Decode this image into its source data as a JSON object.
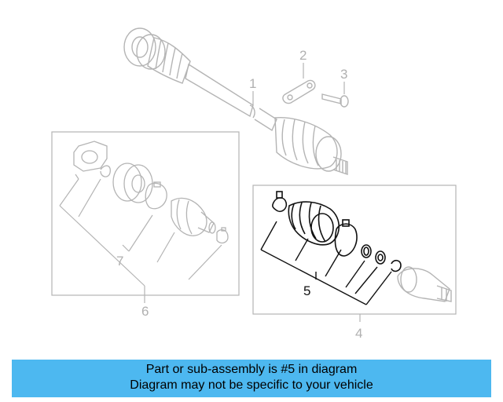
{
  "callouts": {
    "c1": "1",
    "c2": "2",
    "c3": "3",
    "c4": "4",
    "c5": "5",
    "c6": "6",
    "c7": "7"
  },
  "banner": {
    "line1": "Part or sub-assembly is #5 in diagram",
    "line2": "Diagram may not be specific to your vehicle"
  },
  "colors": {
    "banner_bg": "#4db8f0",
    "faded_line": "#b0b0b0",
    "highlight_line": "#111111"
  }
}
